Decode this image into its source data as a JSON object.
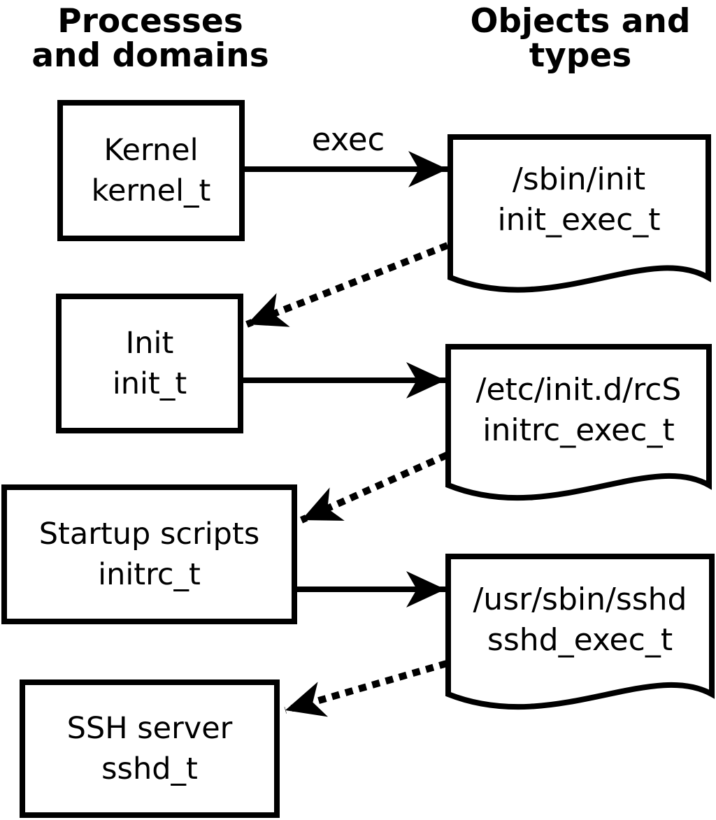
{
  "diagram": {
    "columns": {
      "left": {
        "line1": "Processes",
        "line2": "and domains"
      },
      "right": {
        "line1": "Objects and",
        "line2": "types"
      }
    },
    "processes": [
      {
        "name": "Kernel",
        "type": "kernel_t"
      },
      {
        "name": "Init",
        "type": "init_t"
      },
      {
        "name": "Startup scripts",
        "type": "initrc_t"
      },
      {
        "name": "SSH server",
        "type": "sshd_t"
      }
    ],
    "objects": [
      {
        "path": "/sbin/init",
        "type": "init_exec_t"
      },
      {
        "path": "/etc/init.d/rcS",
        "type": "initrc_exec_t"
      },
      {
        "path": "/usr/sbin/sshd",
        "type": "sshd_exec_t"
      }
    ],
    "edges": {
      "exec_label": "exec"
    },
    "colors": {
      "stroke": "#000000",
      "fill": "#ffffff"
    }
  }
}
